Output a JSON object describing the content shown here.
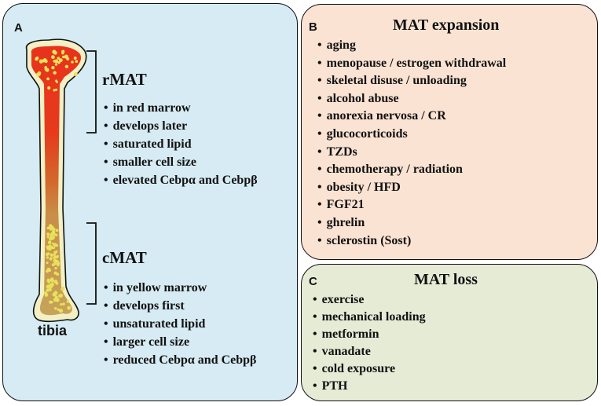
{
  "panel_a": {
    "letter": "A",
    "bone_label": "tibia",
    "rmat": {
      "label": "rMAT",
      "items": [
        "in red marrow",
        "develops later",
        "saturated lipid",
        "smaller cell size",
        "elevated Cebpα and Cebpβ"
      ]
    },
    "cmat": {
      "label": "cMAT",
      "items": [
        "in yellow marrow",
        "develops first",
        "unsaturated lipid",
        "larger cell size",
        "reduced Cebpα and Cebpβ"
      ]
    }
  },
  "panel_b": {
    "letter": "B",
    "title": "MAT expansion",
    "items": [
      "aging",
      "menopause / estrogen withdrawal",
      "skeletal disuse / unloading",
      "alcohol abuse",
      "anorexia nervosa / CR",
      "glucocorticoids",
      "TZDs",
      "chemotherapy / radiation",
      "obesity / HFD",
      "FGF21",
      "ghrelin",
      "sclerostin (Sost)"
    ]
  },
  "panel_c": {
    "letter": "C",
    "title": "MAT loss",
    "items": [
      "exercise",
      "mechanical loading",
      "metformin",
      "vanadate",
      "cold exposure",
      "PTH"
    ]
  },
  "colors": {
    "panel_a_bg": "#d6ebf3",
    "panel_b_bg": "#fbe3d3",
    "panel_c_bg": "#e6ebd6",
    "bone_outline": "#f2f0c4",
    "red_marrow": "#e8321c",
    "yellow_marrow": "#c6a35a",
    "fat_cells": "#e7e25a"
  }
}
